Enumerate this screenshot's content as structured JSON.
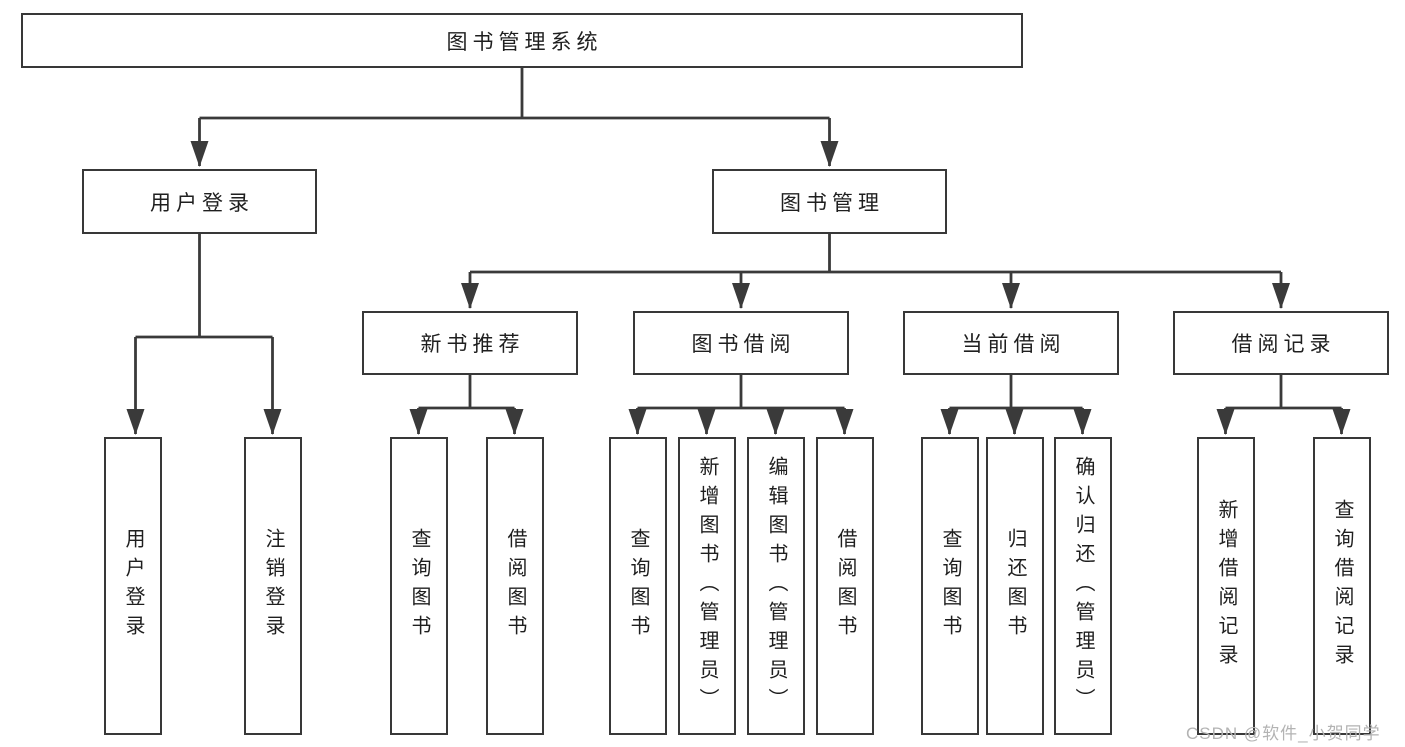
{
  "diagram_title": "图书管理系统",
  "watermark": "CSDN @软件_小贺同学",
  "colors": {
    "line": "#3a3a3a",
    "box_border": "#383838",
    "box_fill": "#ffffff",
    "text": "#1f1f1f",
    "watermark": "#b3b3b3",
    "background": "#ffffff"
  },
  "tree": {
    "root": "图书管理系统",
    "level2": [
      {
        "label": "用户登录",
        "leaves": [
          "用户登录",
          "注销登录"
        ]
      },
      {
        "label": "图书管理",
        "groups": [
          {
            "label": "新书推荐",
            "leaves": [
              "查询图书",
              "借阅图书"
            ]
          },
          {
            "label": "图书借阅",
            "leaves": [
              "查询图书",
              "新增图书（管理员）",
              "编辑图书（管理员）",
              "借阅图书"
            ]
          },
          {
            "label": "当前借阅",
            "leaves": [
              "查询图书",
              "归还图书",
              "确认归还（管理员）"
            ]
          },
          {
            "label": "借阅记录",
            "leaves": [
              "新增借阅记录",
              "查询借阅记录"
            ]
          }
        ]
      }
    ]
  }
}
